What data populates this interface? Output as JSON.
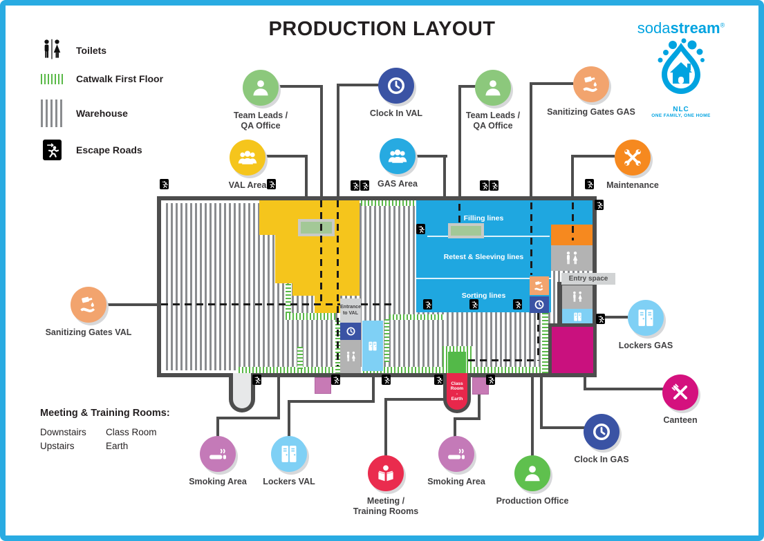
{
  "title": "PRODUCTION LAYOUT",
  "brand": {
    "word_light": "soda",
    "word_bold": "stream",
    "reg": "®",
    "org": "NLC",
    "tagline": "ONE FAMILY, ONE HOME"
  },
  "legend": {
    "toilets": "Toilets",
    "catwalk": "Catwalk First Floor",
    "warehouse": "Warehouse",
    "escape": "Escape Roads"
  },
  "callouts": [
    {
      "id": "team-leads-qa-office-val",
      "label": "Team Leads /\nQA Office"
    },
    {
      "id": "clock-in-val",
      "label": "Clock In VAL"
    },
    {
      "id": "team-leads-qa-office-gas",
      "label": "Team Leads /\nQA Office"
    },
    {
      "id": "sanitizing-gates-gas",
      "label": "Sanitizing Gates GAS"
    },
    {
      "id": "val-area",
      "label": "VAL Area"
    },
    {
      "id": "gas-area",
      "label": "GAS Area"
    },
    {
      "id": "maintenance",
      "label": "Maintenance"
    },
    {
      "id": "sanitizing-gates-val",
      "label": "Sanitizing Gates VAL"
    },
    {
      "id": "lockers-gas",
      "label": "Lockers GAS"
    },
    {
      "id": "canteen",
      "label": "Canteen"
    },
    {
      "id": "clock-in-gas",
      "label": "Clock In GAS"
    },
    {
      "id": "production-office",
      "label": "Production Office"
    },
    {
      "id": "smoking-area-1",
      "label": "Smoking Area"
    },
    {
      "id": "lockers-val",
      "label": "Lockers VAL"
    },
    {
      "id": "meeting-training-rooms",
      "label": "Meeting /\nTraining Rooms"
    },
    {
      "id": "smoking-area-2",
      "label": "Smoking Area"
    }
  ],
  "plan": {
    "filling_lines": "Filling lines",
    "retest_lines": "Retest & Sleeving lines",
    "sorting_lines": "Sorting lines",
    "entry_space": "Entry space",
    "entrance_val": "Entrance\nto VAL",
    "class_room": "Class\nRoom\n-\nEarth"
  },
  "footnote": {
    "heading": "Meeting & Training Rooms:",
    "col1": [
      "Downstairs",
      "Upstairs"
    ],
    "col2": [
      "Class Room",
      "Earth"
    ]
  },
  "colors": {
    "frame": "#29abe2",
    "wall": "#4d4d4d",
    "val_yellow": "#f5c51c",
    "gas_blue": "#1fa7e0",
    "orange": "#f6891f",
    "light_orange": "#f2a46e",
    "navy": "#3a53a4",
    "green": "#8cc87c",
    "bright_green": "#53b948",
    "magenta": "#d4117e",
    "pink": "#c47ab8",
    "light_blue": "#7fd0f5",
    "red": "#ea2c4e",
    "catwalk_green": "#59b947",
    "stripe_gray": "#8a8c8f",
    "brand_blue": "#00a3e0"
  }
}
